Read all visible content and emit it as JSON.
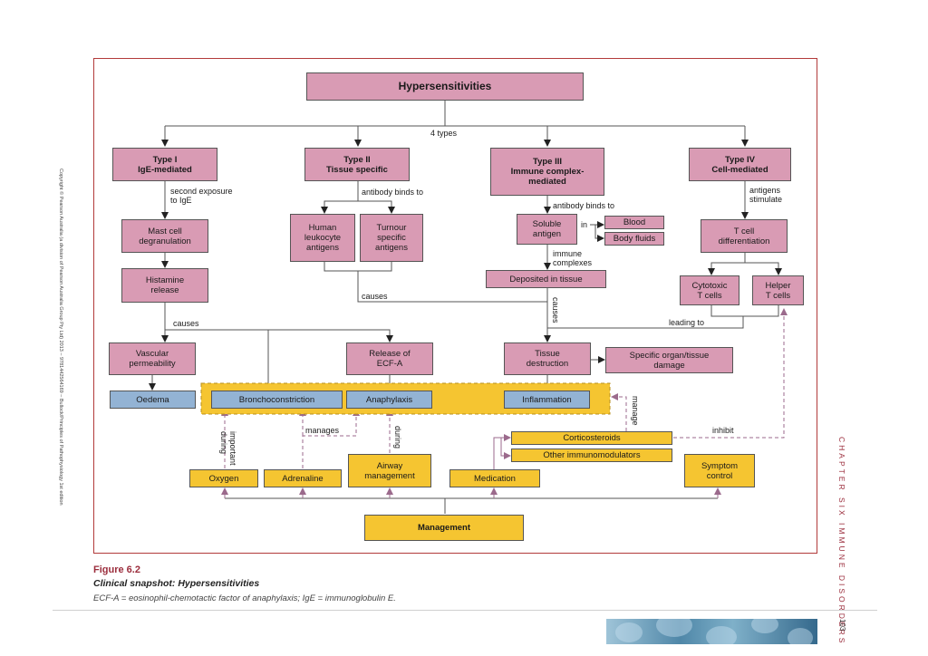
{
  "side_copyright": "Copyright © Pearson Australia (a division of Pearson Australia Group Pty Ltd) 2013 – 9781442564169 – Bullock/Principles of Pathophysiology 1st edition",
  "side_chapter": "CHAPTER SIX IMMUNE DISORDERS",
  "side_page": "103",
  "diagram": {
    "title": "Hypersensitivities",
    "types_label": "4 types",
    "type1": "Type I\nIgE-mediated",
    "type2": "Type II\nTissue specific",
    "type3": "Type III\nImmune complex-\nmediated",
    "type4": "Type IV\nCell-mediated",
    "second_exposure": "second exposure\nto IgE",
    "antibody_binds_2": "antibody binds to",
    "antibody_binds_3": "antibody binds to",
    "antigens_stimulate": "antigens\nstimulate",
    "mast_cell": "Mast cell\ndegranulation",
    "histamine": "Histamine\nrelease",
    "human_leukocyte": "Human\nleukocyte\nantigens",
    "tumour_specific": "Turnour\nspecific\nantigens",
    "soluble_antigen": "Soluble\nantigen",
    "in_label": "in",
    "blood": "Blood",
    "body_fluids": "Body fluids",
    "immune_complexes": "immune\ncomplexes",
    "deposited": "Deposited in tissue",
    "t_cell_diff": "T cell\ndifferentiation",
    "cytotoxic": "Cytotoxic\nT cells",
    "helper": "Helper\nT cells",
    "causes_1": "causes",
    "causes_2": "causes",
    "causes_3": "causes",
    "leading_to": "leading to",
    "vascular": "Vascular\npermeability",
    "ecf_release": "Release of\nECF-A",
    "tissue_destruction": "Tissue\ndestruction",
    "organ_damage": "Specific organ/tissue\ndamage",
    "oedema": "Oedema",
    "bronchoconstriction": "Bronchoconstriction",
    "anaphylaxis": "Anaphylaxis",
    "inflammation": "Inflammation",
    "important_during": "important\nduring",
    "manages": "manages",
    "during": "during",
    "manage": "manage",
    "inhibit": "inhibit",
    "corticosteroids": "Corticosteroids",
    "other_immuno": "Other immunomodulators",
    "oxygen": "Oxygen",
    "adrenaline": "Adrenaline",
    "airway": "Airway\nmanagement",
    "medication": "Medication",
    "symptom_control": "Symptom\ncontrol",
    "management": "Management"
  },
  "caption": {
    "figure_number": "Figure 6.2",
    "title": "Clinical snapshot: Hypersensitivities",
    "note": "ECF-A = eosinophil-chemotactic factor of anaphylaxis; IgE = immunoglobulin E."
  },
  "colors": {
    "pink": "#d99bb4",
    "blue": "#93b3d4",
    "yellow": "#f5c531",
    "frame": "#b23a3a",
    "dashed_arrow": "#9b6a8c",
    "chapter": "#9b2d3c"
  }
}
